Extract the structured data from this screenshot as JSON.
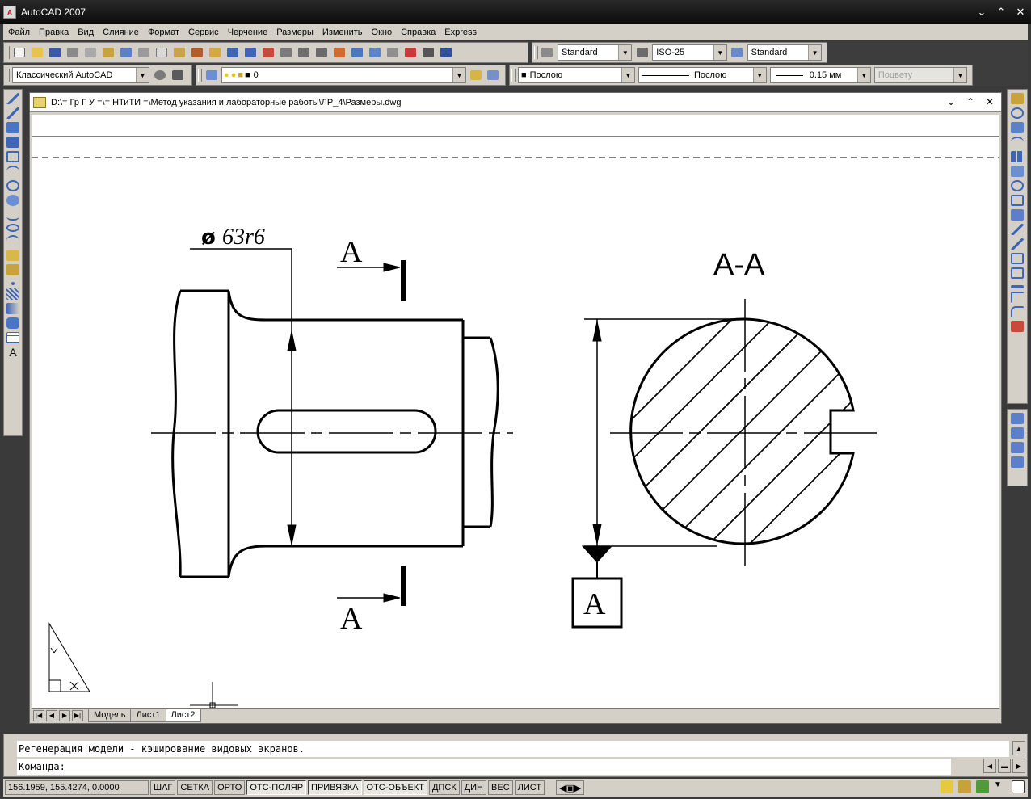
{
  "app": {
    "title": "AutoCAD 2007",
    "minimize": "⌄",
    "restore": "⌃",
    "close": "✕"
  },
  "menu": [
    "Файл",
    "Правка",
    "Вид",
    "Слияние",
    "Формат",
    "Сервис",
    "Черчение",
    "Размеры",
    "Изменить",
    "Окно",
    "Справка",
    "Express"
  ],
  "styles": {
    "text_style": "Standard",
    "dim_style": "ISO-25",
    "table_style": "Standard"
  },
  "props": {
    "workspace": "Классический AutoCAD",
    "layer": "0",
    "color": "Послою",
    "linetype": "Послою",
    "lineweight": "0.15 мм",
    "plotstyle": "Поцвету"
  },
  "document": {
    "path": "D:\\= Гр Г У =\\= НТиТИ =\\Метод указания и лабораторные работы\\ЛР_4\\Размеры.dwg",
    "minimize": "⌄",
    "restore": "⌃",
    "close": "✕"
  },
  "drawing": {
    "diameter_label": "63r6",
    "section_mark_top": "A",
    "section_mark_bottom": "A",
    "section_title": "A-A",
    "datum_label": "A"
  },
  "tabs": [
    "Модель",
    "Лист1",
    "Лист2"
  ],
  "active_tab": "Лист2",
  "command": {
    "history": "Регенерация модели - кэширование видовых экранов.",
    "prompt": "Команда:"
  },
  "status": {
    "coords": "156.1959, 155.4274, 0.0000",
    "buttons": [
      "ШАГ",
      "СЕТКА",
      "ОРТО",
      "ОТС-ПОЛЯР",
      "ПРИВЯЗКА",
      "ОТС-ОБЪЕКТ",
      "ДПСК",
      "ДИН",
      "ВЕС",
      "ЛИСТ"
    ]
  },
  "colors": {
    "title_bg": "#1a1a1a",
    "chrome": "#d4d0c8",
    "canvas": "#ffffff",
    "ink": "#000000"
  }
}
